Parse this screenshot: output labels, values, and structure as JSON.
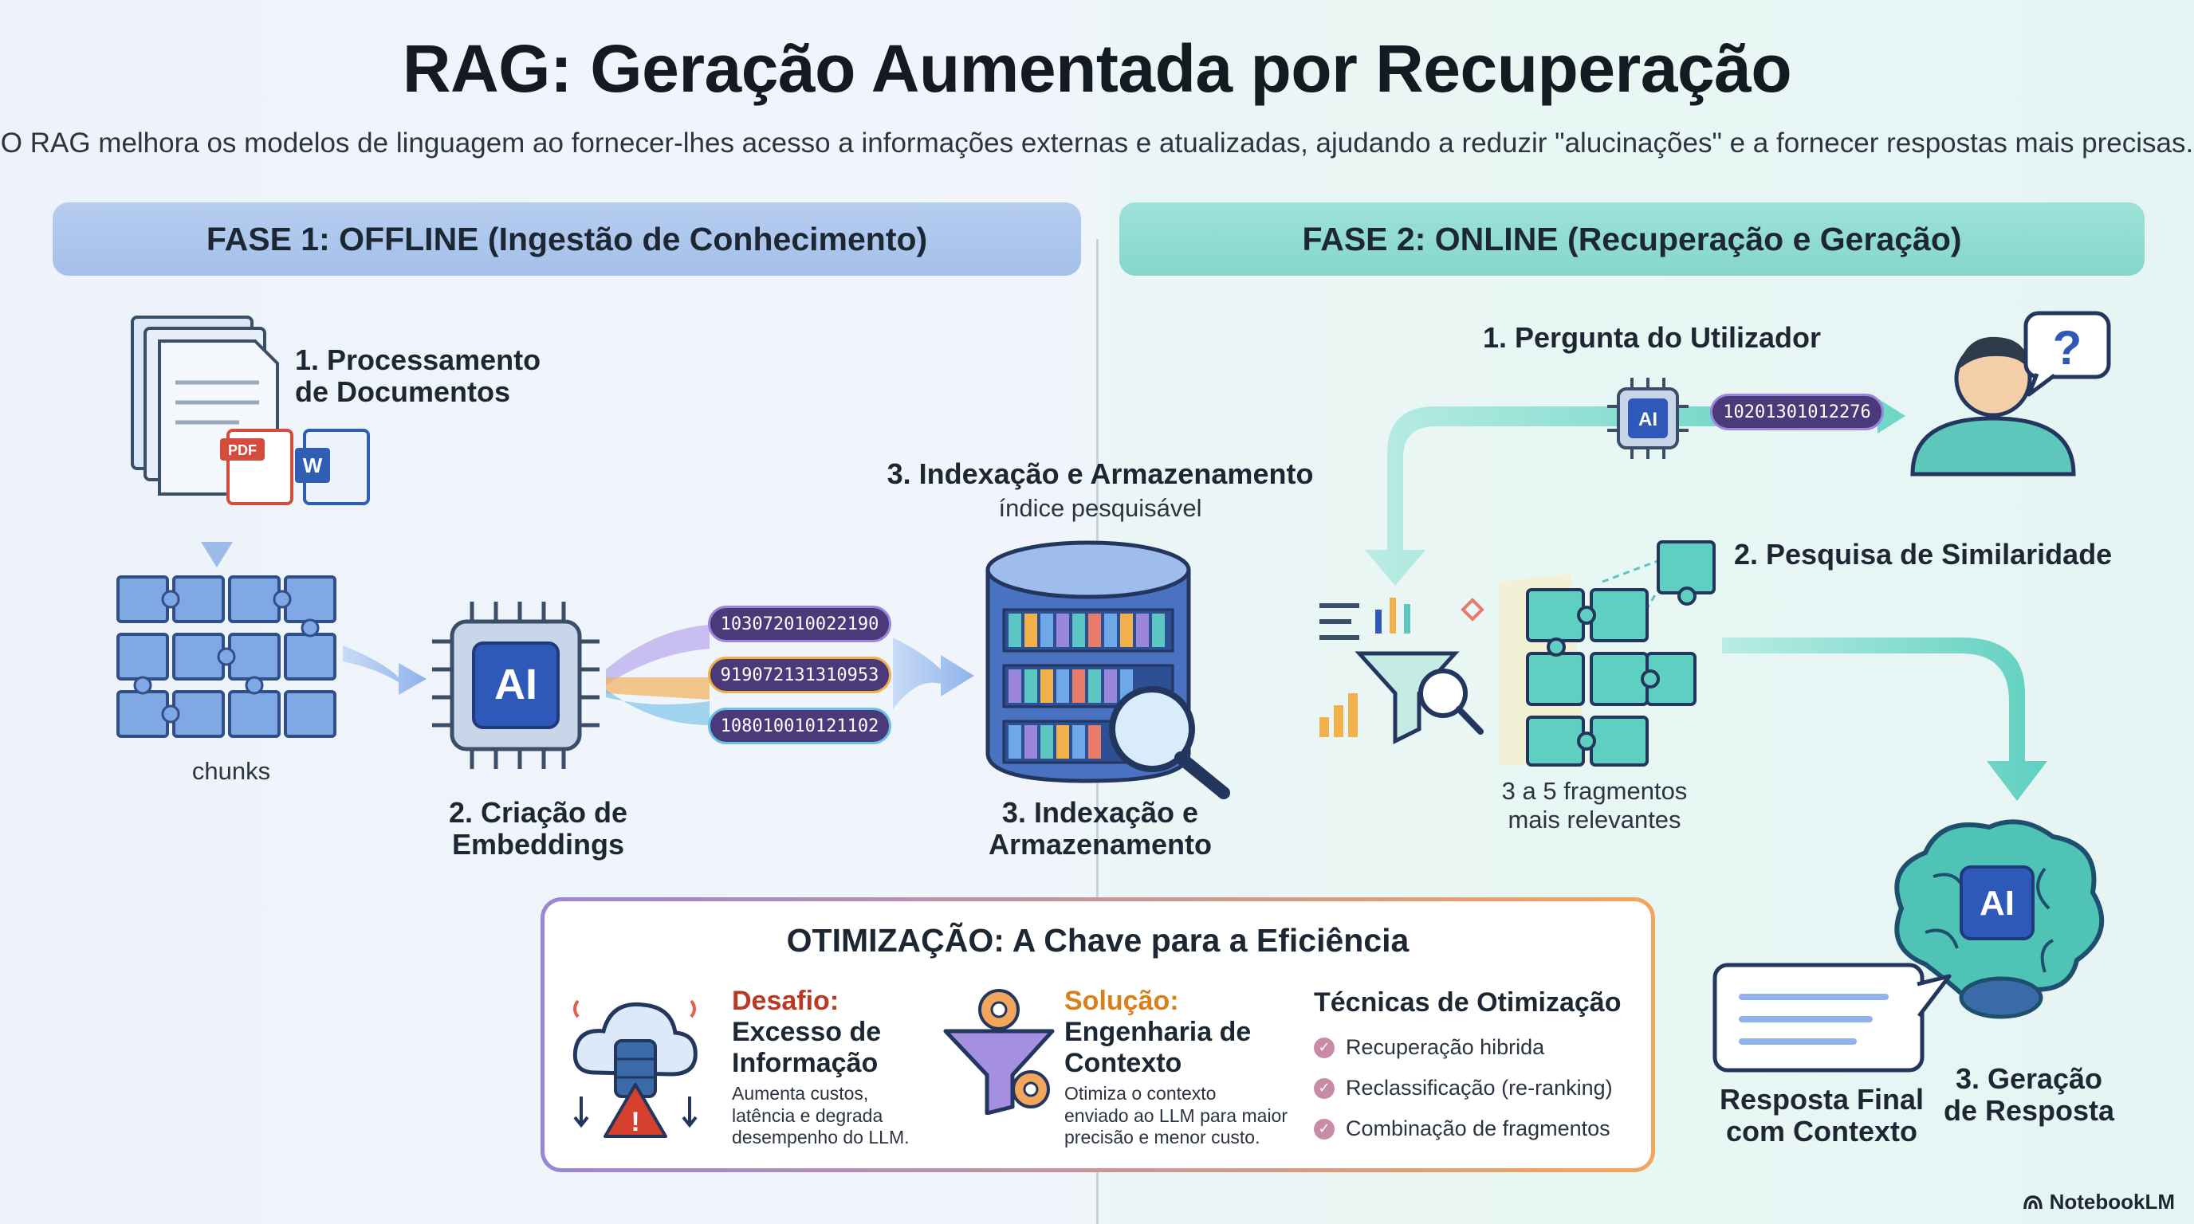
{
  "header": {
    "title": "RAG: Geração Aumentada por Recuperação",
    "subtitle": "O RAG melhora os modelos de linguagem ao fornecer-lhes acesso a informações externas e atualizadas, ajudando a reduzir \"alucinações\" e a fornecer respostas mais precisas."
  },
  "phase1": {
    "title": "FASE 1: OFFLINE (Ingestão de Conhecimento)",
    "step1": "1. Processamento\nde Documentos",
    "pdf_tag": "PDF",
    "word_tag": "W",
    "chunks_label": "chunks",
    "ai_label": "AI",
    "step2": "2. Criação de\nEmbeddings",
    "vectors": [
      "103072010022190",
      "919072131310953",
      "108010010121102"
    ],
    "step3_top": "3. Indexação e Armazenamento",
    "step3_sub": "índice pesquisável",
    "step3_bottom": "3. Indexação e\nArmazenamento"
  },
  "phase2": {
    "title": "FASE 2: ONLINE (Recuperação e Geração)",
    "step1": "1. Pergunta do Utilizador",
    "ai_label": "AI",
    "query_vector": "10201301012276",
    "question_mark": "?",
    "step2": "2. Pesquisa de Similaridade",
    "fragments_note": "3 a 5 fragmentos\nmais relevantes",
    "brain_label": "AI",
    "answer_label": "Resposta Final\ncom Contexto",
    "step3": "3. Geração\nde Resposta"
  },
  "optimization": {
    "title": "OTIMIZAÇÃO: A Chave para a Eficiência",
    "challenge_head": "Desafio:",
    "challenge_title": "Excesso de\nInformação",
    "challenge_text": "Aumenta custos,\nlatência e degrada\ndesempenho do LLM.",
    "solution_head": "Solução:",
    "solution_title": "Engenharia de\nContexto",
    "solution_text": "Otimiza o contexto\nenviado ao LLM para maior\nprecisão e menor custo.",
    "techniques_title": "Técnicas de Otimização",
    "techniques": [
      "Recuperação hibrida",
      "Reclassificação (re-ranking)",
      "Combinação de fragmentos"
    ]
  },
  "brand": "NotebookLM",
  "colors": {
    "phase1": "#a5c0ea",
    "phase2": "#86d6cb",
    "challenge": "#c0392b",
    "solution": "#e08a1e"
  }
}
